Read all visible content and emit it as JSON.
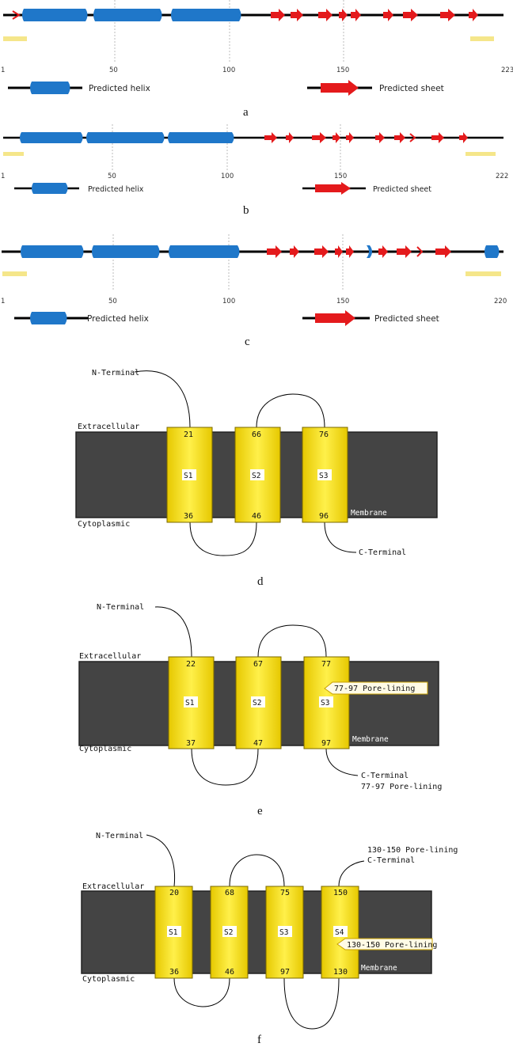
{
  "colors": {
    "helix": "#1f77c9",
    "sheet": "#e41a1c",
    "disorder": "#f5e68a",
    "membrane": "#444444",
    "segment_fill": "#f2d91e",
    "segment_stroke": "#8a7600"
  },
  "legend": {
    "helix_label": "Predicted helix",
    "sheet_label": "Predicted sheet"
  },
  "topology_labels": {
    "extracellular": "Extracellular",
    "cytoplasmic": "Cytoplasmic",
    "membrane": "Membrane",
    "n_terminal": "N-Terminal",
    "c_terminal": "C-Terminal"
  },
  "panels": {
    "a": {
      "caption": "a",
      "ticks": [
        "1",
        "50",
        "100",
        "150",
        "223"
      ],
      "length": 223
    },
    "b": {
      "caption": "b",
      "ticks": [
        "1",
        "50",
        "100",
        "150",
        "222"
      ],
      "length": 222
    },
    "c": {
      "caption": "c",
      "ticks": [
        "1",
        "50",
        "100",
        "150",
        "220"
      ],
      "length": 220
    },
    "d": {
      "caption": "d",
      "segments": [
        {
          "label": "S1",
          "top": "21",
          "bottom": "36"
        },
        {
          "label": "S2",
          "top": "66",
          "bottom": "46"
        },
        {
          "label": "S3",
          "top": "76",
          "bottom": "96"
        }
      ]
    },
    "e": {
      "caption": "e",
      "pore_label": "77-97 Pore-lining",
      "c_terminal_pore": "77-97 Pore-lining",
      "segments": [
        {
          "label": "S1",
          "top": "22",
          "bottom": "37"
        },
        {
          "label": "S2",
          "top": "67",
          "bottom": "47"
        },
        {
          "label": "S3",
          "top": "77",
          "bottom": "97"
        }
      ]
    },
    "f": {
      "caption": "f",
      "pore_label": "130-150 Pore-lining",
      "c_terminal_pore": "130-150 Pore-lining",
      "segments": [
        {
          "label": "S1",
          "top": "20",
          "bottom": "36"
        },
        {
          "label": "S2",
          "top": "68",
          "bottom": "46"
        },
        {
          "label": "S3",
          "top": "75",
          "bottom": "97"
        },
        {
          "label": "S4",
          "top": "150",
          "bottom": "130"
        }
      ]
    }
  }
}
